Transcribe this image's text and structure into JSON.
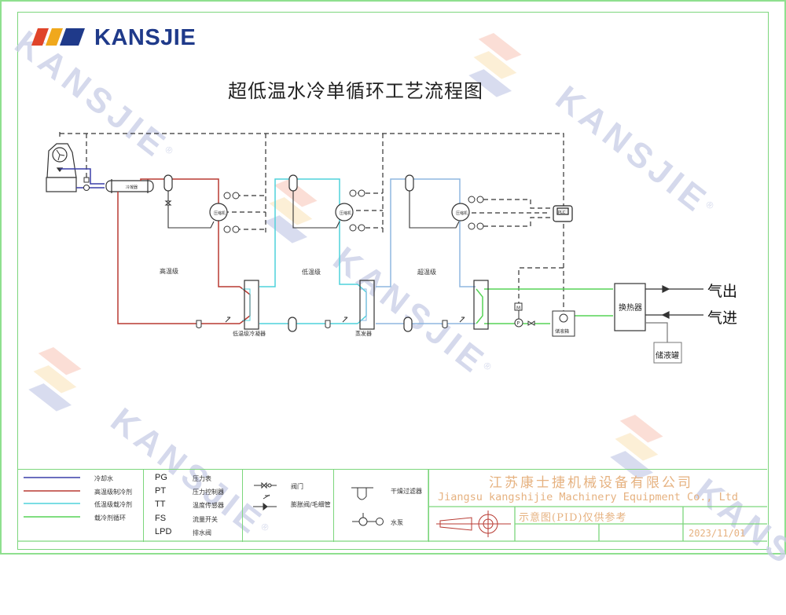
{
  "brand": {
    "logo_text": "KANSJIE",
    "watermark_text": "KANSJIE",
    "registered_mark": "®",
    "colors": {
      "red": "#e0442a",
      "orange": "#f0a81c",
      "blue": "#1f3a8a"
    }
  },
  "title": "超低温水冷单循环工艺流程图",
  "stages": {
    "high_temp": "高温级",
    "low_temp": "低温级",
    "ultra_temp": "超温级"
  },
  "equipment": {
    "condenser": "冷凝器",
    "compressor": "压缩机",
    "cascade_condenser": "低温级冷凝器",
    "evaporator": "蒸发器",
    "heat_exchanger": "换热器",
    "storage_tank": "储液罐",
    "reservoir": "储液箱",
    "plc": "PLC",
    "motor": "M",
    "pump": "P"
  },
  "io": {
    "gas_out": "气出",
    "gas_in": "气进"
  },
  "pipe_colors": {
    "cooling_water": "#3a3fa8",
    "high_refrigerant": "#b83a32",
    "low_refrigerant": "#4fd2dc",
    "secondary_loop": "#56d456",
    "ultra": "#8fb7e0",
    "signal": "#333333"
  },
  "legend": {
    "lines": [
      {
        "label": "冷却水",
        "color": "#3a3fa8"
      },
      {
        "label": "高温级制冷剂",
        "color": "#b83a32"
      },
      {
        "label": "低温级载冷剂",
        "color": "#4fd2dc"
      },
      {
        "label": "载冷剂循环",
        "color": "#56d456"
      }
    ],
    "abbreviations": [
      {
        "code": "PG",
        "meaning": "压力表"
      },
      {
        "code": "PT",
        "meaning": "压力控制器"
      },
      {
        "code": "TT",
        "meaning": "温度传感器"
      },
      {
        "code": "FS",
        "meaning": "流量开关"
      },
      {
        "code": "LPD",
        "meaning": "排水阀"
      }
    ],
    "symbols": [
      {
        "name": "valve",
        "label": "阀门"
      },
      {
        "name": "expansion-valve",
        "label": "膨胀阀/毛细管"
      },
      {
        "name": "dryer-filter",
        "label": "干燥过滤器"
      },
      {
        "name": "water-pump",
        "label": "水泵"
      }
    ]
  },
  "title_block": {
    "company_cn": "江苏康士捷机械设备有限公司",
    "company_en": "Jiangsu kangshijie Machinery Equipment Co., Ltd",
    "note": "示意图(PID)仅供参考",
    "date": "2023/11/01"
  }
}
